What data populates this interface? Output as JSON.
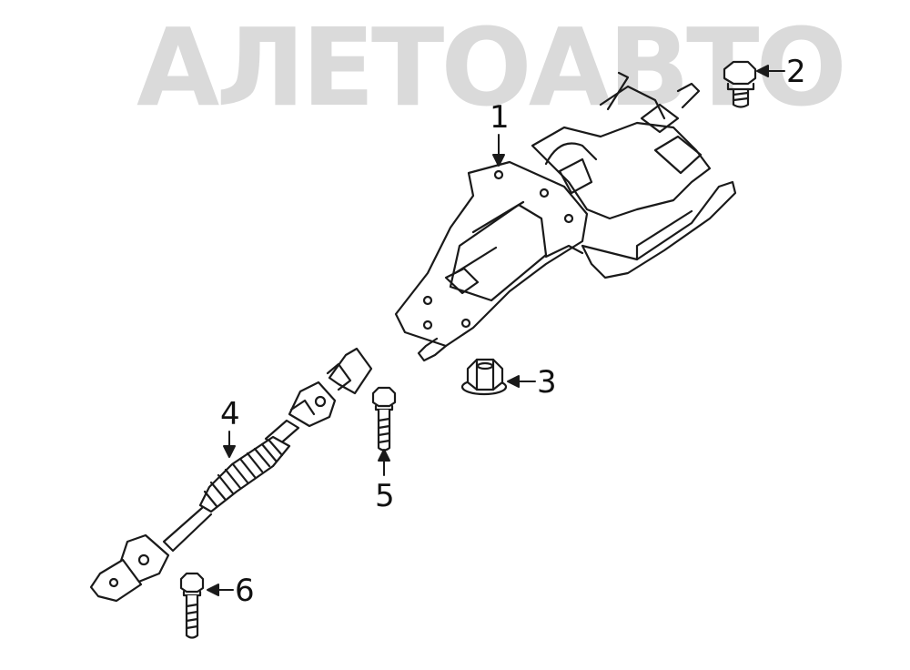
{
  "watermark": {
    "text": "АЛЕТОАВТО"
  },
  "callouts": [
    {
      "id": "1",
      "label": "1"
    },
    {
      "id": "2",
      "label": "2"
    },
    {
      "id": "3",
      "label": "3"
    },
    {
      "id": "4",
      "label": "4"
    },
    {
      "id": "5",
      "label": "5"
    },
    {
      "id": "6",
      "label": "6"
    }
  ],
  "colors": {
    "line": "#1a1a1a",
    "watermark": "#bdbdbd",
    "background": "#ffffff"
  }
}
